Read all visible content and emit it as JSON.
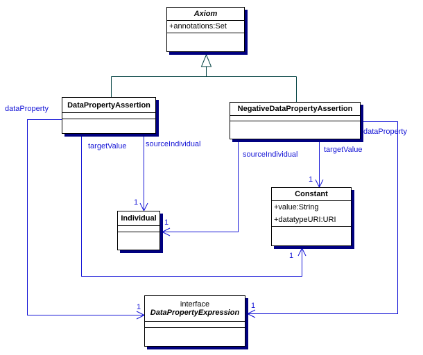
{
  "colors": {
    "background": "#ffffff",
    "box_border": "#000000",
    "box_shadow": "#000080",
    "association": "#1414d6",
    "generalization": "#004040"
  },
  "classes": {
    "axiom": {
      "name": "Axiom",
      "abstract": true,
      "attributes": [
        "+annotations:Set"
      ]
    },
    "data_property_assertion": {
      "name": "DataPropertyAssertion"
    },
    "negative_data_property_assertion": {
      "name": "NegativeDataPropertyAssertion"
    },
    "individual": {
      "name": "Individual"
    },
    "constant": {
      "name": "Constant",
      "attributes": [
        "+value:String",
        "+datatypeURI:URI"
      ]
    },
    "data_property_expression": {
      "name": "DataPropertyExpression",
      "stereotype": "interface",
      "abstract": true
    }
  },
  "edge_labels": {
    "dpa_data_property": "dataProperty",
    "dpa_target_value": "targetValue",
    "dpa_source_individual": "sourceIndividual",
    "ndpa_source_individual": "sourceIndividual",
    "ndpa_target_value": "targetValue",
    "ndpa_data_property": "dataProperty",
    "multiplicity_one": "1"
  }
}
